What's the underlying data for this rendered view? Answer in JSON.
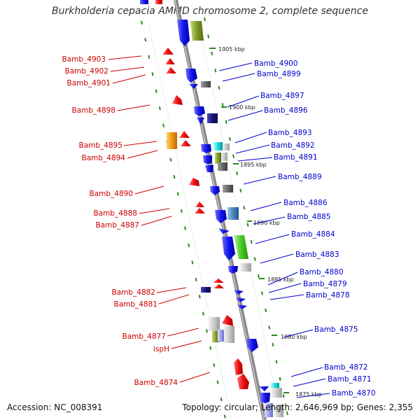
{
  "title": "Burkholderia cepacia AMMD chromosome 2, complete sequence",
  "footer": {
    "accession": "Accession: NC_008391",
    "summary": "Topology: circular; Length: 2,646,969 bp; Genes: 2,355"
  },
  "colors": {
    "forward_label": "#0000cc",
    "reverse_label": "#cc0000",
    "backbone": "#888888",
    "tick": "#2a8a1a"
  },
  "scale_marks": [
    "1905 kbp",
    "1900 kbp",
    "1895 kbp",
    "1890 kbp",
    "1885 kbp",
    "1880 kbp",
    "1875 kbp"
  ],
  "genes_forward": [
    "Bamb_4900",
    "Bamb_4899",
    "Bamb_4897",
    "Bamb_4896",
    "Bamb_4893",
    "Bamb_4892",
    "Bamb_4891",
    "Bamb_4889",
    "Bamb_4886",
    "Bamb_4885",
    "Bamb_4884",
    "Bamb_4883",
    "Bamb_4880",
    "Bamb_4879",
    "Bamb_4878",
    "Bamb_4875",
    "Bamb_4872",
    "Bamb_4871",
    "Bamb_4870"
  ],
  "genes_reverse": [
    "Bamb_4903",
    "Bamb_4902",
    "Bamb_4901",
    "Bamb_4898",
    "Bamb_4895",
    "Bamb_4894",
    "Bamb_4890",
    "Bamb_4888",
    "Bamb_4887",
    "Bamb_4882",
    "Bamb_4881",
    "Bamb_4877",
    "ispH",
    "Bamb_4874"
  ]
}
